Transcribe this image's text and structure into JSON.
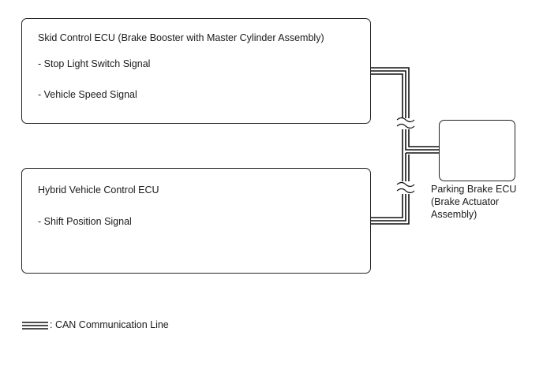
{
  "ecus": {
    "skid_control": {
      "title": "Skid Control ECU (Brake Booster with Master Cylinder Assembly)",
      "signals": [
        "- Stop Light Switch Signal",
        "- Vehicle Speed Signal"
      ]
    },
    "hybrid_vehicle_control": {
      "title": "Hybrid Vehicle Control ECU",
      "signals": [
        "- Shift Position Signal"
      ]
    },
    "parking_brake": {
      "label_lines": [
        "Parking Brake ECU",
        "(Brake Actuator",
        "Assembly)"
      ]
    }
  },
  "legend": {
    "text": ": CAN Communication Line"
  },
  "colors": {
    "line": "#111111",
    "background": "#ffffff"
  }
}
